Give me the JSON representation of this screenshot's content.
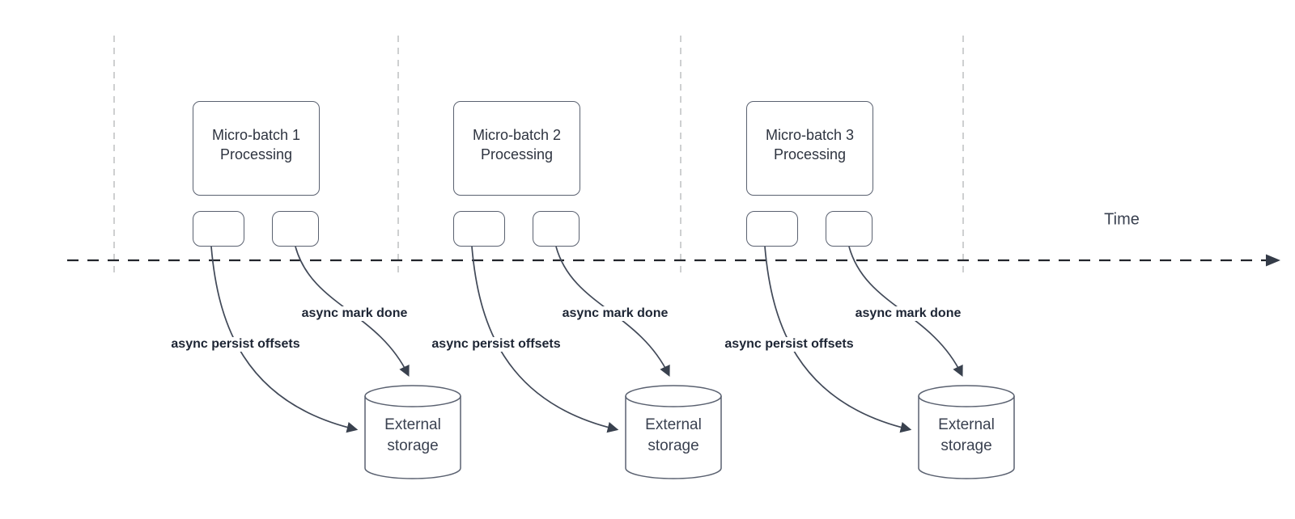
{
  "timeline": {
    "label": "Time"
  },
  "groups": [
    {
      "title": "Micro-batch 1",
      "subtitle": "Processing",
      "persist_label": "async persist offsets",
      "done_label": "async mark done",
      "storage_title": "External",
      "storage_subtitle": "storage"
    },
    {
      "title": "Micro-batch 2",
      "subtitle": "Processing",
      "persist_label": "async persist offsets",
      "done_label": "async mark done",
      "storage_title": "External",
      "storage_subtitle": "storage"
    },
    {
      "title": "Micro-batch 3",
      "subtitle": "Processing",
      "persist_label": "async persist offsets",
      "done_label": "async mark done",
      "storage_title": "External",
      "storage_subtitle": "storage"
    }
  ],
  "colors": {
    "shape_stroke": "#5a6170",
    "curve_stroke": "#414958",
    "time_axis": "#22252b",
    "grid_line": "#b9bbbd",
    "label_text": "#1d2534",
    "box_text": "#2e3440"
  }
}
